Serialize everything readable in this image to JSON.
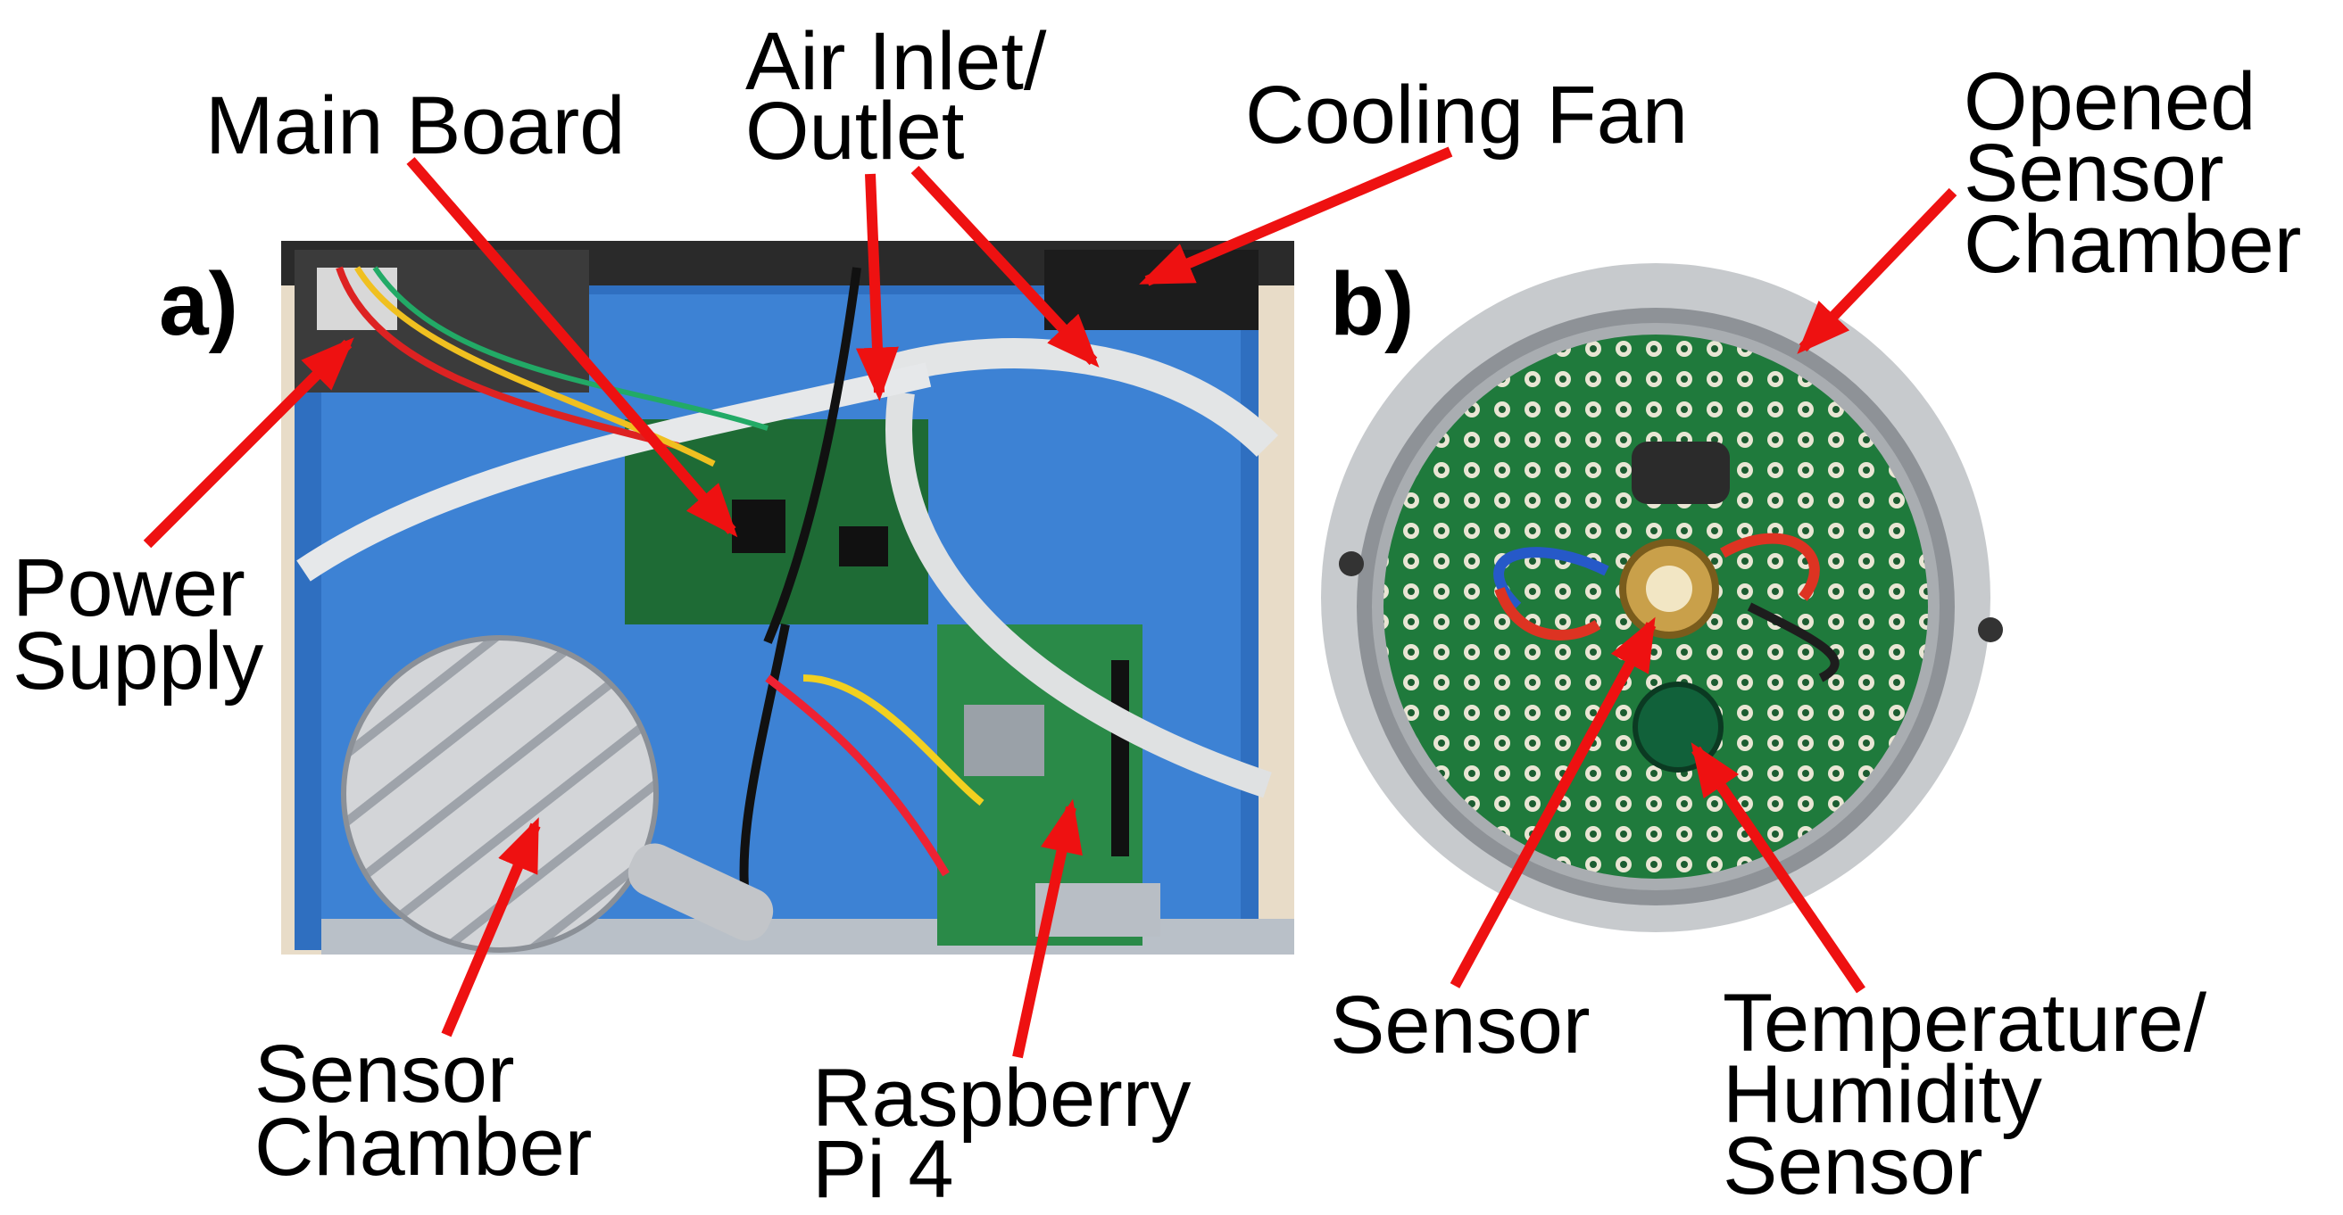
{
  "panels": {
    "a": "a)",
    "b": "b)"
  },
  "labels": {
    "main_board": "Main Board",
    "air_inlet_line1": "Air Inlet/",
    "air_inlet_line2": "Outlet",
    "cooling_fan": "Cooling Fan",
    "power_supply_line1": "Power",
    "power_supply_line2": "Supply",
    "sensor_chamber_line1": "Sensor",
    "sensor_chamber_line2": "Chamber",
    "raspberry_line1": "Raspberry",
    "raspberry_line2": "Pi 4",
    "opened_line1": "Opened",
    "opened_line2": "Sensor",
    "opened_line3": "Chamber",
    "sensor": "Sensor",
    "temp_line1": "Temperature/",
    "temp_line2": "Humidity",
    "temp_line3": "Sensor"
  },
  "colors": {
    "arrow": "#ee1111",
    "case_blue": "#2f6fc0",
    "aluminum": "#c9ccd0",
    "pcb_green": "#1f7a3c"
  }
}
